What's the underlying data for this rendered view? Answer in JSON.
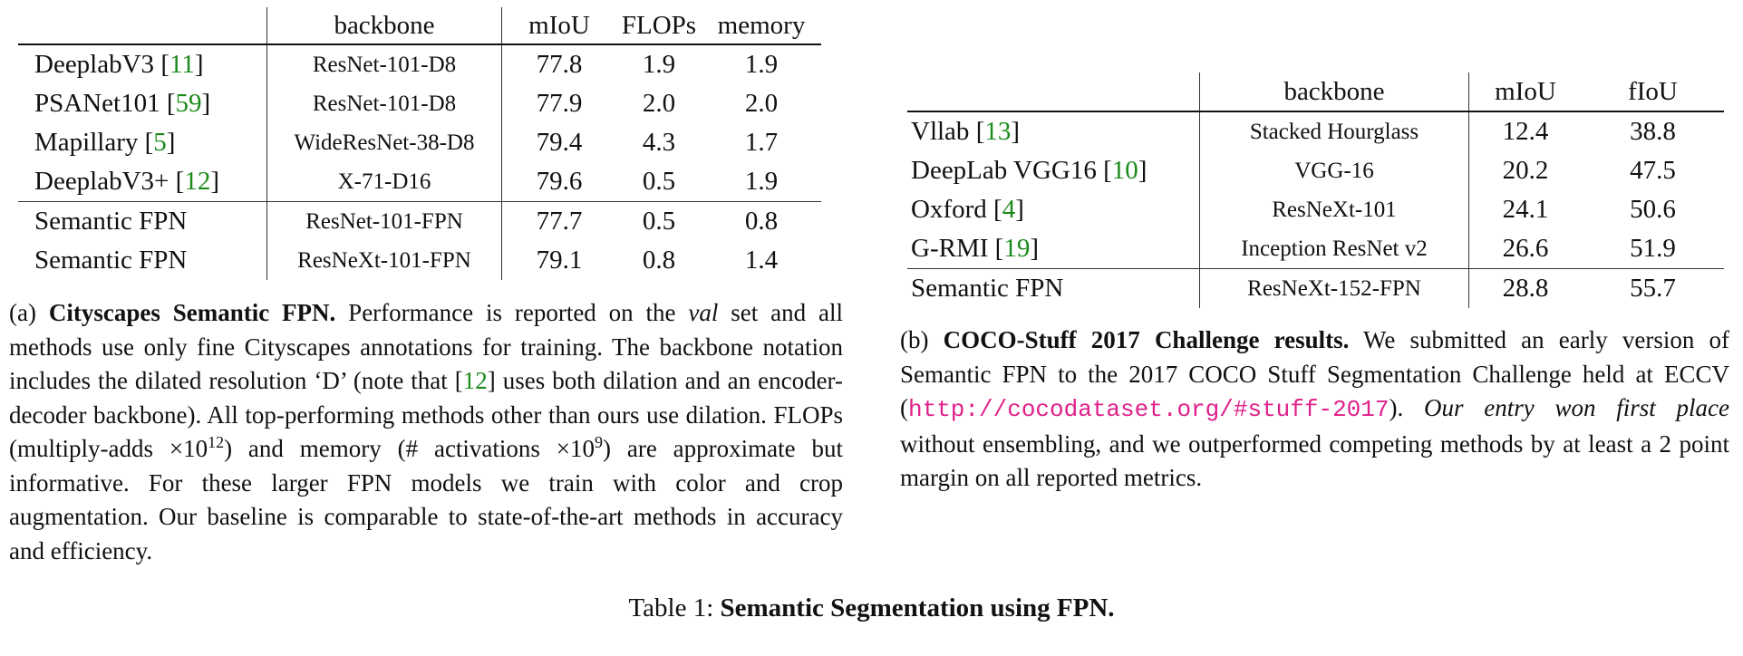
{
  "tableA": {
    "headers": [
      "",
      "backbone",
      "mIoU",
      "FLOPs",
      "memory"
    ],
    "rows": [
      {
        "method": "DeeplabV3",
        "ref": "11",
        "backbone": "ResNet-101-D8",
        "miou": "77.8",
        "flops": "1.9",
        "memory": "1.9"
      },
      {
        "method": "PSANet101",
        "ref": "59",
        "backbone": "ResNet-101-D8",
        "miou": "77.9",
        "flops": "2.0",
        "memory": "2.0"
      },
      {
        "method": "Mapillary",
        "ref": "5",
        "backbone": "WideResNet-38-D8",
        "miou": "79.4",
        "flops": "4.3",
        "memory": "1.7"
      },
      {
        "method": "DeeplabV3+",
        "ref": "12",
        "backbone": "X-71-D16",
        "miou": "79.6",
        "flops": "0.5",
        "memory": "1.9"
      },
      {
        "method": "Semantic FPN",
        "backbone": "ResNet-101-FPN",
        "miou": "77.7",
        "flops": "0.5",
        "memory": "0.8"
      },
      {
        "method": "Semantic FPN",
        "backbone": "ResNeXt-101-FPN",
        "miou": "79.1",
        "flops": "0.8",
        "memory": "1.4"
      }
    ]
  },
  "tableB": {
    "headers": [
      "",
      "backbone",
      "mIoU",
      "fIoU"
    ],
    "rows": [
      {
        "method": "Vllab",
        "ref": "13",
        "backbone": "Stacked Hourglass",
        "miou": "12.4",
        "fiou": "38.8"
      },
      {
        "method": "DeepLab VGG16",
        "ref": "10",
        "backbone": "VGG-16",
        "miou": "20.2",
        "fiou": "47.5"
      },
      {
        "method": "Oxford",
        "ref": "4",
        "backbone": "ResNeXt-101",
        "miou": "24.1",
        "fiou": "50.6"
      },
      {
        "method": "G-RMI",
        "ref": "19",
        "backbone": "Inception ResNet v2",
        "miou": "26.6",
        "fiou": "51.9"
      },
      {
        "method": "Semantic FPN",
        "backbone": "ResNeXt-152-FPN",
        "miou": "28.8",
        "fiou": "55.7"
      }
    ]
  },
  "captionA": {
    "label": "(a)",
    "title": "Cityscapes Semantic FPN.",
    "t1": "Performance is reported on the",
    "val": "val",
    "t2": "set and all methods use only fine Cityscapes annotations for training. The backbone notation includes the dilated resolution ‘D’ (note that [",
    "ref": "12",
    "t3": "] uses both dilation and an encoder-decoder backbone). All top-performing methods other than ours use dilation. FLOPs (multiply-adds ×10",
    "exp1": "12",
    "t4": ") and memory (# activations ×10",
    "exp2": "9",
    "t5": ") are approximate but informative. For these larger FPN models we train with color and crop augmentation. Our baseline is comparable to state-of-the-art methods in accuracy and efficiency."
  },
  "captionB": {
    "label": "(b)",
    "title": "COCO-Stuff 2017 Challenge results.",
    "t1": "We submitted an early version of Semantic FPN to the 2017 COCO Stuff Segmentation Challenge held at ECCV (",
    "url": "http://cocodataset.org/#stuff-2017",
    "t2": ").",
    "italic": "Our entry won first place",
    "t3": "without ensembling, and we outperformed competing methods by at least a 2 point margin on all reported metrics."
  },
  "tableCaption": {
    "prefix": "Table 1:",
    "title": "Semantic Segmentation using FPN."
  }
}
